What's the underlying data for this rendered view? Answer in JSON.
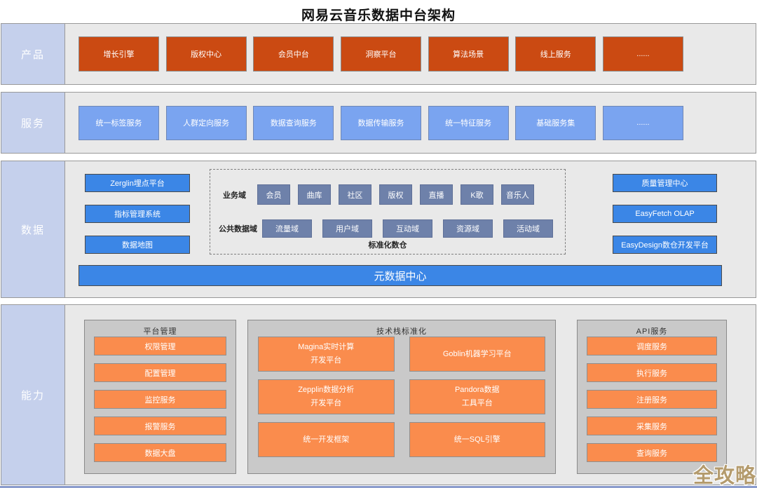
{
  "title": "网易云音乐数据中台架构",
  "watermark": "全攻略",
  "colors": {
    "product_box": "#cb4a12",
    "service_box": "#7aa4f0",
    "data_box": "#3b86e6",
    "domain_box": "#6e81aa",
    "capability_box": "#fa8c4d",
    "band_label_bg": "#c5d0ec",
    "band_bg": "#e9e9e9",
    "group_bg": "#c9c9c9"
  },
  "products": {
    "label": "产品",
    "items": [
      "增长引擎",
      "版权中心",
      "会员中台",
      "洞察平台",
      "算法场景",
      "线上服务",
      "......"
    ]
  },
  "services": {
    "label": "服务",
    "items": [
      "统一标签服务",
      "人群定向服务",
      "数据查询服务",
      "数据传输服务",
      "统一特征服务",
      "基础服务集",
      "......"
    ]
  },
  "data_section": {
    "label": "数据",
    "left_items": [
      "Zerglin埋点平台",
      "指标管理系统",
      "数据地图"
    ],
    "warehouse": {
      "business_label": "业务域",
      "business_items": [
        "会员",
        "曲库",
        "社区",
        "版权",
        "直播",
        "K歌",
        "音乐人"
      ],
      "public_label": "公共数据域",
      "public_items": [
        "流量域",
        "用户域",
        "互动域",
        "资源域",
        "活动域"
      ],
      "caption": "标准化数仓"
    },
    "right_items": [
      "质量管理中心",
      "EasyFetch OLAP",
      "EasyDesign数仓开发平台"
    ],
    "meta_center": "元数据中心"
  },
  "capabilities": {
    "label": "能力",
    "groups": [
      {
        "title": "平台管理",
        "items": [
          "权限管理",
          "配置管理",
          "监控服务",
          "报警服务",
          "数据大盘"
        ]
      },
      {
        "title": "技术栈标准化",
        "items": [
          "Magina实时计算\n开发平台",
          "Goblin机器学习平台",
          "Zepplin数据分析\n开发平台",
          "Pandora数据\n工具平台",
          "统一开发框架",
          "统一SQL引擎"
        ]
      },
      {
        "title": "API服务",
        "items": [
          "调度服务",
          "执行服务",
          "注册服务",
          "采集服务",
          "查询服务"
        ]
      }
    ]
  }
}
